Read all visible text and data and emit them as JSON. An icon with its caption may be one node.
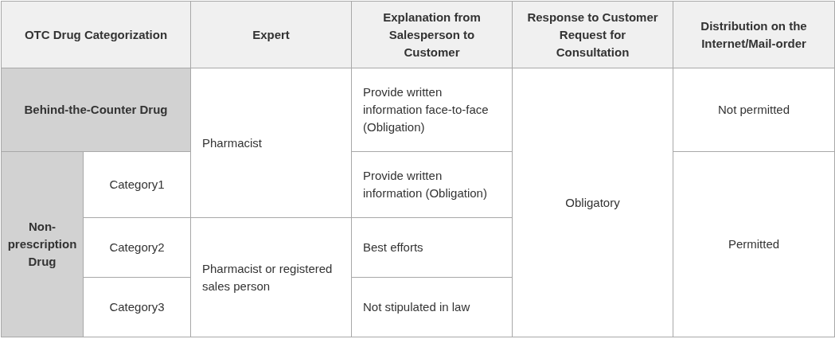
{
  "diagram": {
    "labels": [
      "OTC Drug Categorization",
      "Expert",
      "Explanation from Salesperson to Customer",
      "Response to Customer Request for Consultation",
      "Distribution on the Internet/Mail-order",
      "Behind-the-Counter Drug",
      "Pharmacist",
      "Provide written information face-to-face (Obligation)",
      "Obligatory",
      "Not permitted",
      "Non-prescription Drug",
      "Category1",
      "Provide written information (Obligation)",
      "Permitted",
      "Category2",
      "Pharmacist or registered sales person",
      "Best efforts",
      "Category3",
      "Not stipulated in law"
    ]
  }
}
